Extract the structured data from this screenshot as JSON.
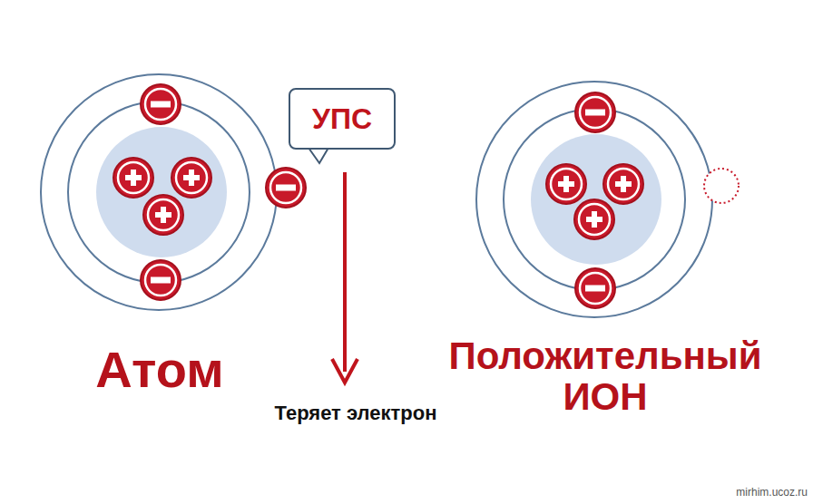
{
  "diagram": {
    "nodes": [
      {
        "text": [
          "УПС"
        ]
      }
    ],
    "labels": [
      "Атом",
      "Теряет электрон",
      "Положительный ИОН",
      "mirhim.ucoz.ru"
    ]
  }
}
